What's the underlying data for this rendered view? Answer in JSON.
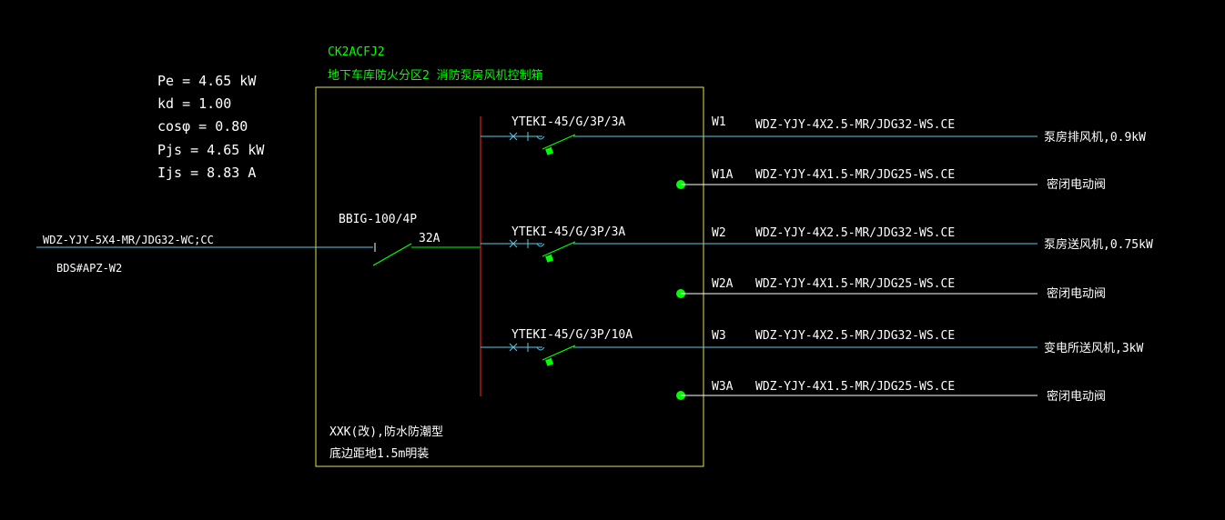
{
  "colors": {
    "background": "#000000",
    "white_text": "#ffffff",
    "green": "#00ff00",
    "cyan_line": "#5fc8e6",
    "box_yellow": "#e0e060",
    "busbar_red": "#d02020"
  },
  "panel": {
    "code": "CK2ACFJ2",
    "name": "地下车库防火分区2  消防泵房风机控制箱",
    "install_type": "XXK(改),防水防潮型",
    "install_height": "底边距地1.5m明装"
  },
  "load_calc": {
    "pe": "Pe = 4.65  kW",
    "kd": "kd = 1.00",
    "cos": "cosφ = 0.80",
    "pjs": "Pjs = 4.65  kW",
    "ijs": "Ijs = 8.83  A"
  },
  "incoming": {
    "cable": "WDZ-YJY-5X4-MR/JDG32-WC;CC",
    "source": "BDS#APZ-W2",
    "breaker": "BBIG-100/4P",
    "rating": "32A"
  },
  "branches": [
    {
      "breaker": "YTEKI-45/G/3P/3A",
      "circuit": "W1",
      "cable": "WDZ-YJY-4X2.5-MR/JDG32-WS.CE",
      "load": "泵房排风机,0.9kW"
    },
    {
      "breaker": "",
      "circuit": "W1A",
      "cable": "WDZ-YJY-4X1.5-MR/JDG25-WS.CE",
      "load": "密闭电动阀"
    },
    {
      "breaker": "YTEKI-45/G/3P/3A",
      "circuit": "W2",
      "cable": "WDZ-YJY-4X2.5-MR/JDG32-WS.CE",
      "load": "泵房送风机,0.75kW"
    },
    {
      "breaker": "",
      "circuit": "W2A",
      "cable": "WDZ-YJY-4X1.5-MR/JDG25-WS.CE",
      "load": "密闭电动阀"
    },
    {
      "breaker": "YTEKI-45/G/3P/10A",
      "circuit": "W3",
      "cable": "WDZ-YJY-4X2.5-MR/JDG32-WS.CE",
      "load": "变电所送风机,3kW"
    },
    {
      "breaker": "",
      "circuit": "W3A",
      "cable": "WDZ-YJY-4X1.5-MR/JDG25-WS.CE",
      "load": "密闭电动阀"
    }
  ]
}
